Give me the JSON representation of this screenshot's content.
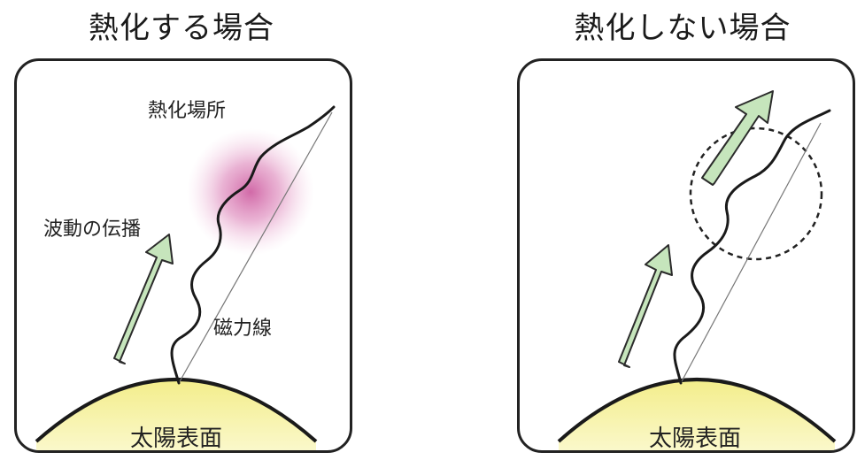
{
  "left_panel": {
    "title": "熱化する場合",
    "labels": {
      "heating_site": "熱化場所",
      "wave_propagation": "波動の伝播",
      "magnetic_field_line": "磁力線",
      "solar_surface": "太陽表面"
    }
  },
  "right_panel": {
    "title": "熱化しない場合",
    "labels": {
      "solar_surface": "太陽表面"
    }
  },
  "colors": {
    "arrow_fill": "#c6e5bc",
    "arrow_stroke": "#2b2b2b",
    "sun_fill": "#f7f3a8",
    "heating_glow": "#d46aa6",
    "border": "#222222"
  }
}
